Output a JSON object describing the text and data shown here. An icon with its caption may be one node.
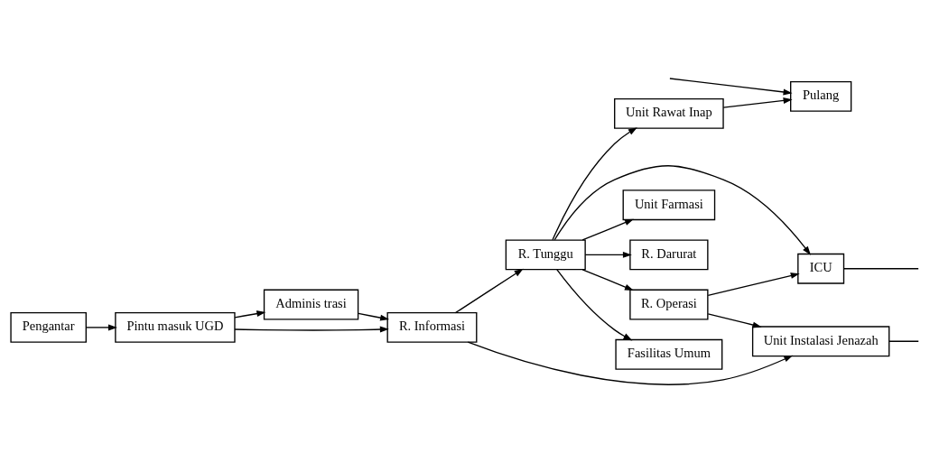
{
  "diagram": {
    "nodes": [
      {
        "text": [
          "Adminis trasi"
        ]
      },
      {
        "text": [
          "Pengantar"
        ]
      },
      {
        "text": [
          "Pintu masuk UGD"
        ]
      },
      {
        "text": [
          "R. Informasi"
        ]
      },
      {
        "text": [
          "Unit Farmasi"
        ]
      },
      {
        "text": [
          "R. Tunggu"
        ]
      },
      {
        "text": [
          "R. Darurat"
        ]
      },
      {
        "text": [
          "R. Operasi"
        ]
      },
      {
        "text": [
          "Unit Instalasi Jenazah"
        ]
      },
      {
        "text": [
          "Fasilitas Umum"
        ]
      },
      {
        "text": [
          "ICU"
        ]
      },
      {
        "text": [
          "Unit Rawat Inap"
        ]
      },
      {
        "text": [
          "Pulang"
        ]
      }
    ],
    "edges": [
      {
        "from": 1,
        "to": 2,
        "arrow": "to"
      },
      {
        "from": 2,
        "to": 0,
        "arrow": "to"
      },
      {
        "from": 2,
        "to": 3,
        "arrow": "to"
      },
      {
        "from": 0,
        "to": 3,
        "arrow": "to"
      },
      {
        "from": 3,
        "to": 8,
        "arrow": "to"
      },
      {
        "from": 3,
        "to": 5,
        "arrow": "to"
      },
      {
        "from": 5,
        "to": 4,
        "arrow": "to"
      },
      {
        "from": 5,
        "to": 9,
        "arrow": "to"
      },
      {
        "from": 5,
        "to": 6,
        "arrow": "to"
      },
      {
        "from": 5,
        "to": 7,
        "arrow": "to"
      },
      {
        "from": 5,
        "to": 10,
        "arrow": "to"
      },
      {
        "from": 5,
        "to": 11,
        "arrow": "to"
      },
      {
        "from": 7,
        "to": 8,
        "arrow": "to"
      },
      {
        "from": 7,
        "to": 10,
        "arrow": "to"
      },
      {
        "from": 11,
        "to": 12,
        "arrow": "to"
      },
      {
        "from": 8,
        "to": null,
        "arrow": "none"
      },
      {
        "from": 10,
        "to": null,
        "arrow": "none"
      },
      {
        "from": null,
        "to": 12,
        "arrow": "to"
      }
    ]
  }
}
